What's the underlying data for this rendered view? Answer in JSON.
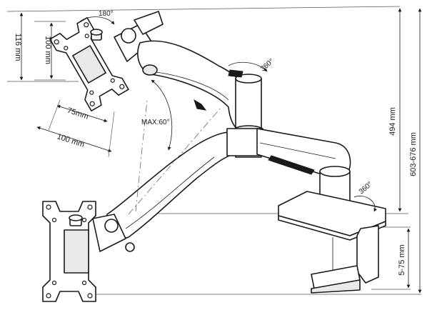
{
  "dimensions": {
    "height_116": "116 mm",
    "hole_100_vertical": "100 mm",
    "hole_75_horizontal": "75mm",
    "hole_100_horizontal": "100 mm",
    "height_494": "494 mm",
    "height_603_676": "603-676 mm",
    "clamp_5_75": "5-75 mm"
  },
  "angles": {
    "tilt_180": "180°",
    "swivel_360_top": "360°",
    "max_60": "MAX:60°",
    "rotate_360_base": "360°"
  }
}
